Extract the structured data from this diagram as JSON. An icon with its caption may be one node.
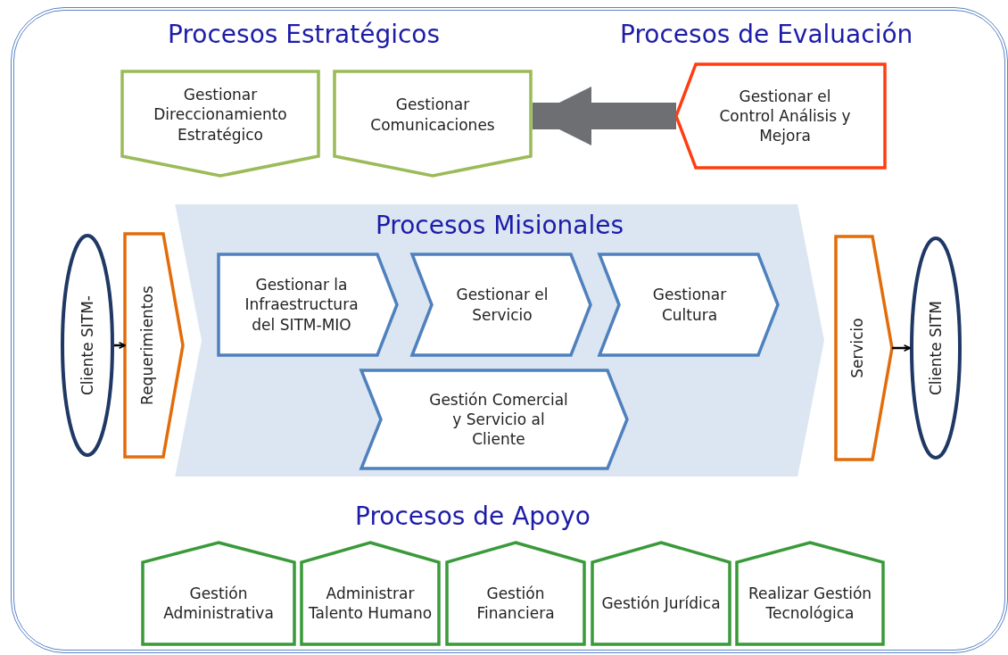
{
  "diagram": {
    "nodes": [
      {
        "text": [
          "Gestionar Direccionamiento Estratégico"
        ]
      },
      {
        "text": [
          "Gestionar Comunicaciones"
        ]
      },
      {
        "text": [
          "Gestionar el Control Análisis y Mejora"
        ]
      },
      {
        "text": [
          "Cliente SITM-"
        ]
      },
      {
        "text": [
          "Requerimientos"
        ]
      },
      {
        "text": [
          "Procesos Misionales"
        ]
      },
      {
        "text": [
          "Gestionar la Infraestructura del SITM-MIO"
        ],
        "in": 5
      },
      {
        "text": [
          "Gestionar el Servicio"
        ],
        "in": 5
      },
      {
        "text": [
          "Gestionar Cultura"
        ],
        "in": 5
      },
      {
        "text": [
          "Gestión Comercial y Servicio al Cliente"
        ],
        "in": 5
      },
      {
        "text": [
          "Servicio"
        ]
      },
      {
        "text": [
          "Cliente SITM"
        ]
      },
      {
        "text": [
          "Gestión Administrativa"
        ]
      },
      {
        "text": [
          "Administrar Talento Humano"
        ]
      },
      {
        "text": [
          "Gestión Financiera"
        ]
      },
      {
        "text": [
          "Gestión Jurídica"
        ]
      },
      {
        "text": [
          "Realizar Gestión Tecnológica"
        ]
      }
    ],
    "edges": [
      {
        "from": 2,
        "to": 1,
        "arrow": "to",
        "style": "thick",
        "color": "#6d6f73"
      },
      {
        "from": 3,
        "to": 4,
        "arrow": "to"
      },
      {
        "from": 10,
        "to": 11,
        "arrow": "to"
      }
    ],
    "labels": [
      "Procesos Estratégicos",
      "Procesos de Evaluación",
      "Procesos de Apoyo"
    ]
  }
}
